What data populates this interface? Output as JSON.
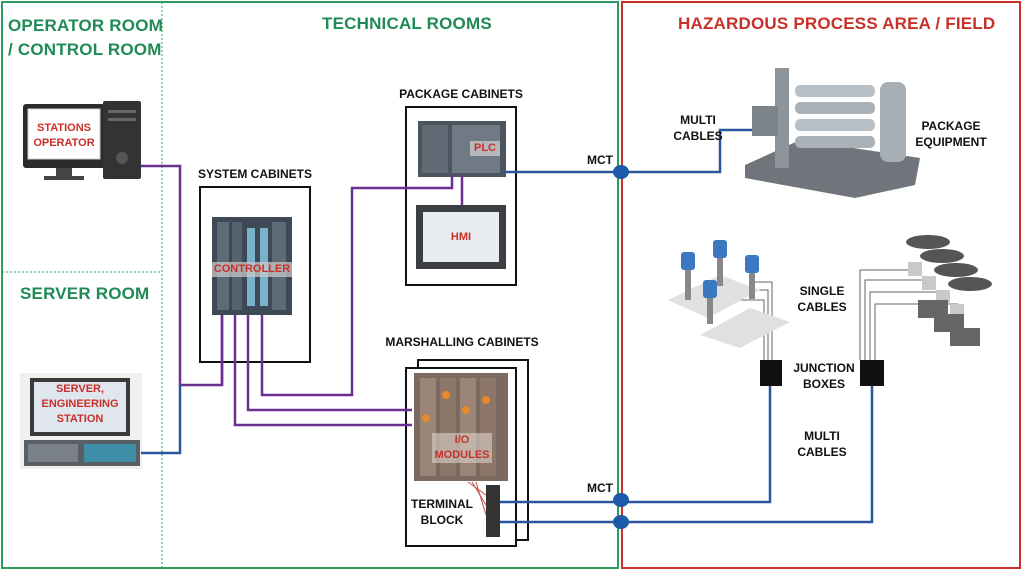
{
  "zones": {
    "operator": "OPERATOR ROOM\n/ CONTROL ROOM",
    "server": "SERVER ROOM",
    "technical": "TECHNICAL ROOMS",
    "hazardous": "HAZARDOUS PROCESS AREA / FIELD"
  },
  "labels": {
    "stations_operator": "STATIONS\nOPERATOR",
    "server_station": "SERVER,\nENGINEERING\nSTATION",
    "system_cabinets": "SYSTEM CABINETS",
    "controller": "CONTROLLER",
    "package_cabinets": "PACKAGE CABINETS",
    "plc": "PLC",
    "hmi": "HMI",
    "marshalling_cabinets": "MARSHALLING CABINETS",
    "io_modules": "I/O\nMODULES",
    "terminal_block": "TERMINAL\nBLOCK",
    "mct_top": "MCT",
    "mct_bottom": "MCT",
    "multi_cables_top": "MULTI\nCABLES",
    "package_equipment": "PACKAGE\nEQUIPMENT",
    "single_cables": "SINGLE\nCABLES",
    "junction_boxes": "JUNCTION\nBOXES",
    "multi_cables_bottom": "MULTI\nCABLES"
  },
  "colors": {
    "green_zone": "#2e9c5e",
    "red_zone": "#c8302a",
    "purple_cable": "#6b2f8f",
    "blue_cable": "#2a56a0",
    "mct_node": "#1a5aa8"
  }
}
